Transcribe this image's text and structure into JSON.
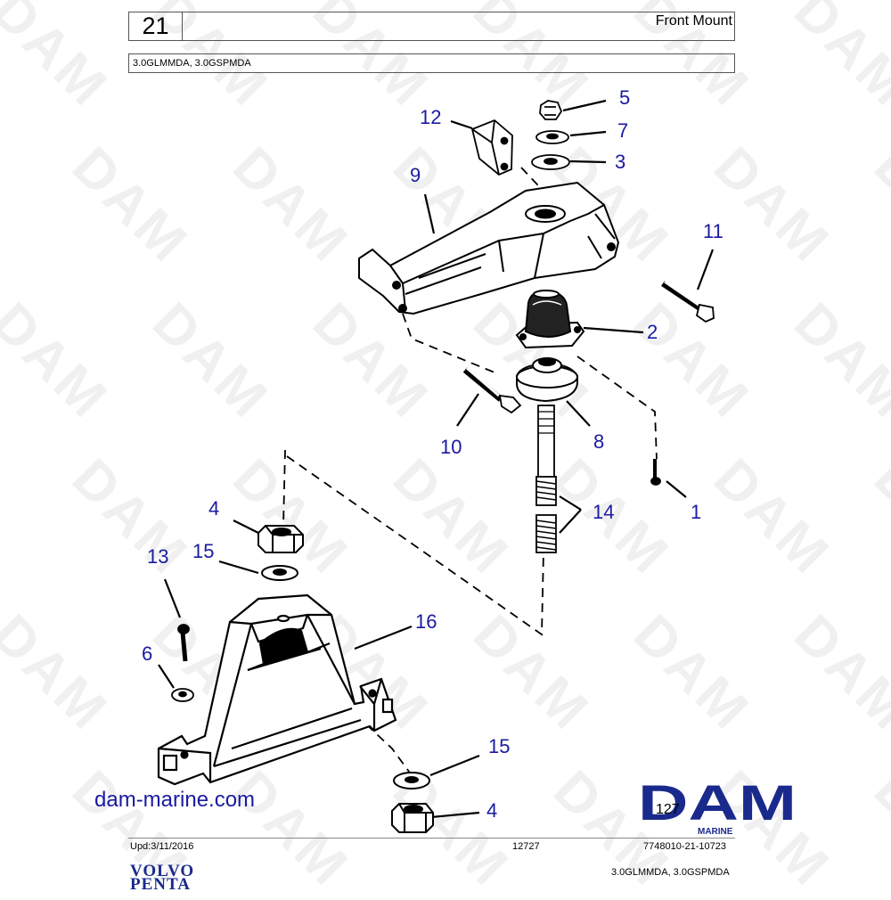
{
  "header": {
    "section_number": "21",
    "title": "Front Mount",
    "models": "3.0GLMMDA, 3.0GSPMDA"
  },
  "watermark": "DAM",
  "callouts": [
    {
      "label": "5"
    },
    {
      "label": "7"
    },
    {
      "label": "3"
    },
    {
      "label": "12"
    },
    {
      "label": "9"
    },
    {
      "label": "11"
    },
    {
      "label": "2"
    },
    {
      "label": "10"
    },
    {
      "label": "8"
    },
    {
      "label": "1"
    },
    {
      "label": "14"
    },
    {
      "label": "4"
    },
    {
      "label": "15"
    },
    {
      "label": "13"
    },
    {
      "label": "16"
    },
    {
      "label": "6"
    },
    {
      "label": "15"
    },
    {
      "label": "4"
    }
  ],
  "website": "dam-marine.com",
  "logo": {
    "text": "DAM",
    "subtext": "MARINE",
    "overlap": "127",
    "color": "#1a2a8c"
  },
  "footer": {
    "updated": "Upd:3/11/2016",
    "code": "12727",
    "part_number": "7748010-21-10723",
    "models": "3.0GLMMDA, 3.0GSPMDA"
  },
  "brand": {
    "line1": "VOLVO",
    "line2": "PENTA",
    "color": "#1a2a8c"
  },
  "callout_color": "#1a1aa0"
}
